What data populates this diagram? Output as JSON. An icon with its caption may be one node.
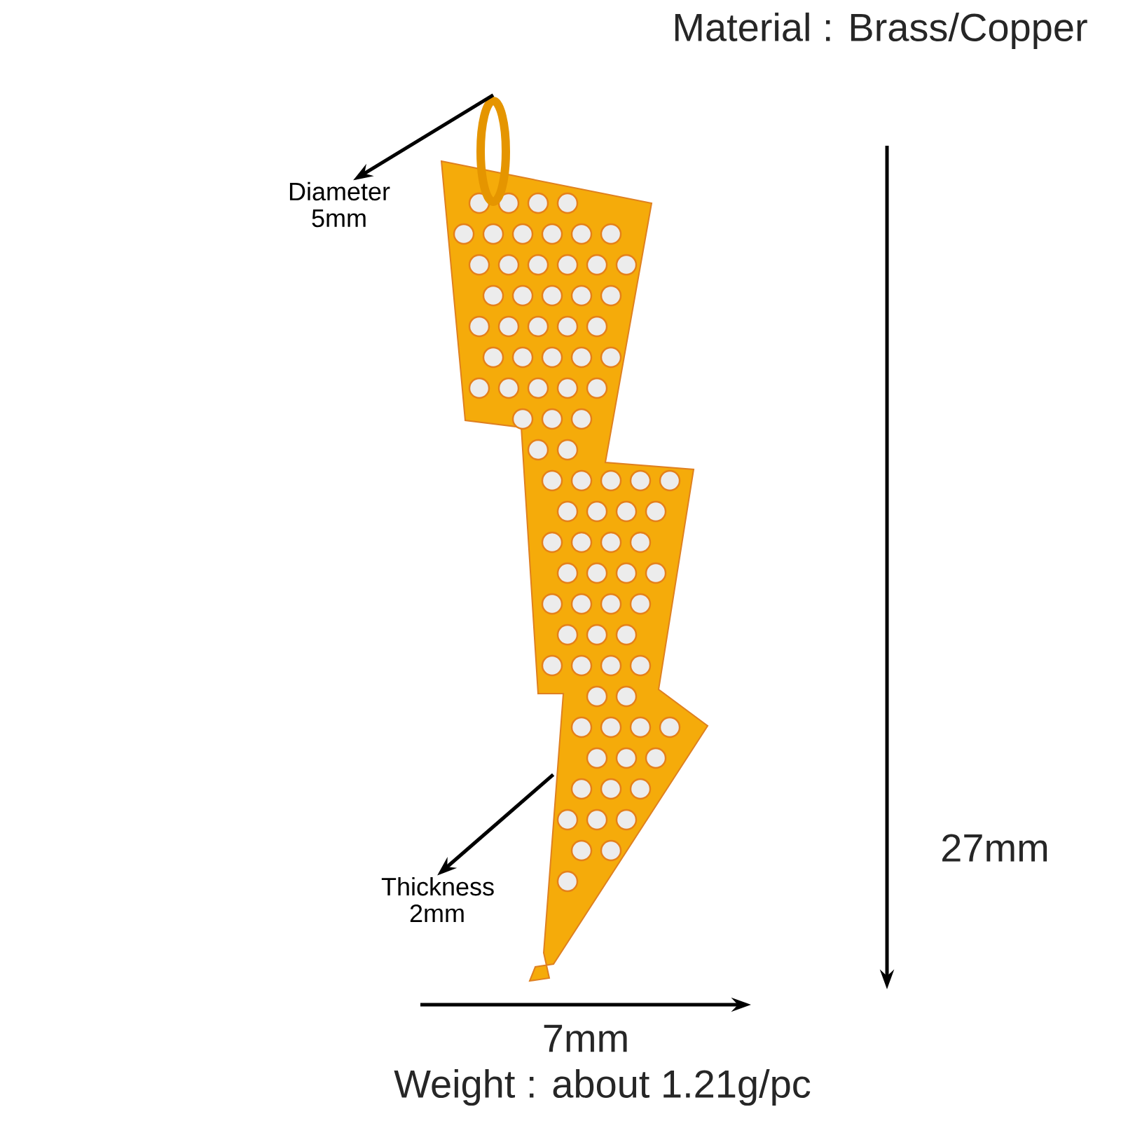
{
  "diagram": {
    "nodes": [
      {
        "text": [
          "Diameter 5mm"
        ]
      },
      {
        "text": [],
        "shape": "circle"
      },
      {
        "text": [
          "Thickness 2mm"
        ]
      },
      {
        "text": [],
        "shape": "picture"
      }
    ],
    "edges": [
      {
        "from": 1,
        "to": 0,
        "arrow": "to"
      },
      {
        "from": 3,
        "to": 2,
        "arrow": "to"
      }
    ],
    "labels": [
      "Material : Brass/Copper",
      "27mm",
      "7mm",
      "Weight : about 1.21g/pc"
    ]
  }
}
